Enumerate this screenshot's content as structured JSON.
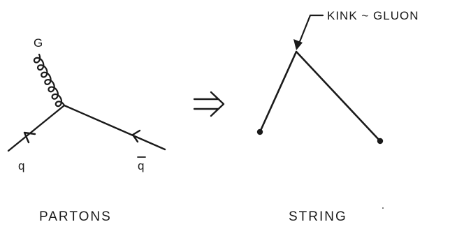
{
  "diagram": {
    "left_panel": {
      "gluon_label": "G",
      "quark_label": "q",
      "antiquark_label": "q",
      "caption": "PARTONS"
    },
    "implies_symbol": "⇒",
    "right_panel": {
      "annotation": "KINK ~ GLUON",
      "caption": "STRING"
    }
  }
}
